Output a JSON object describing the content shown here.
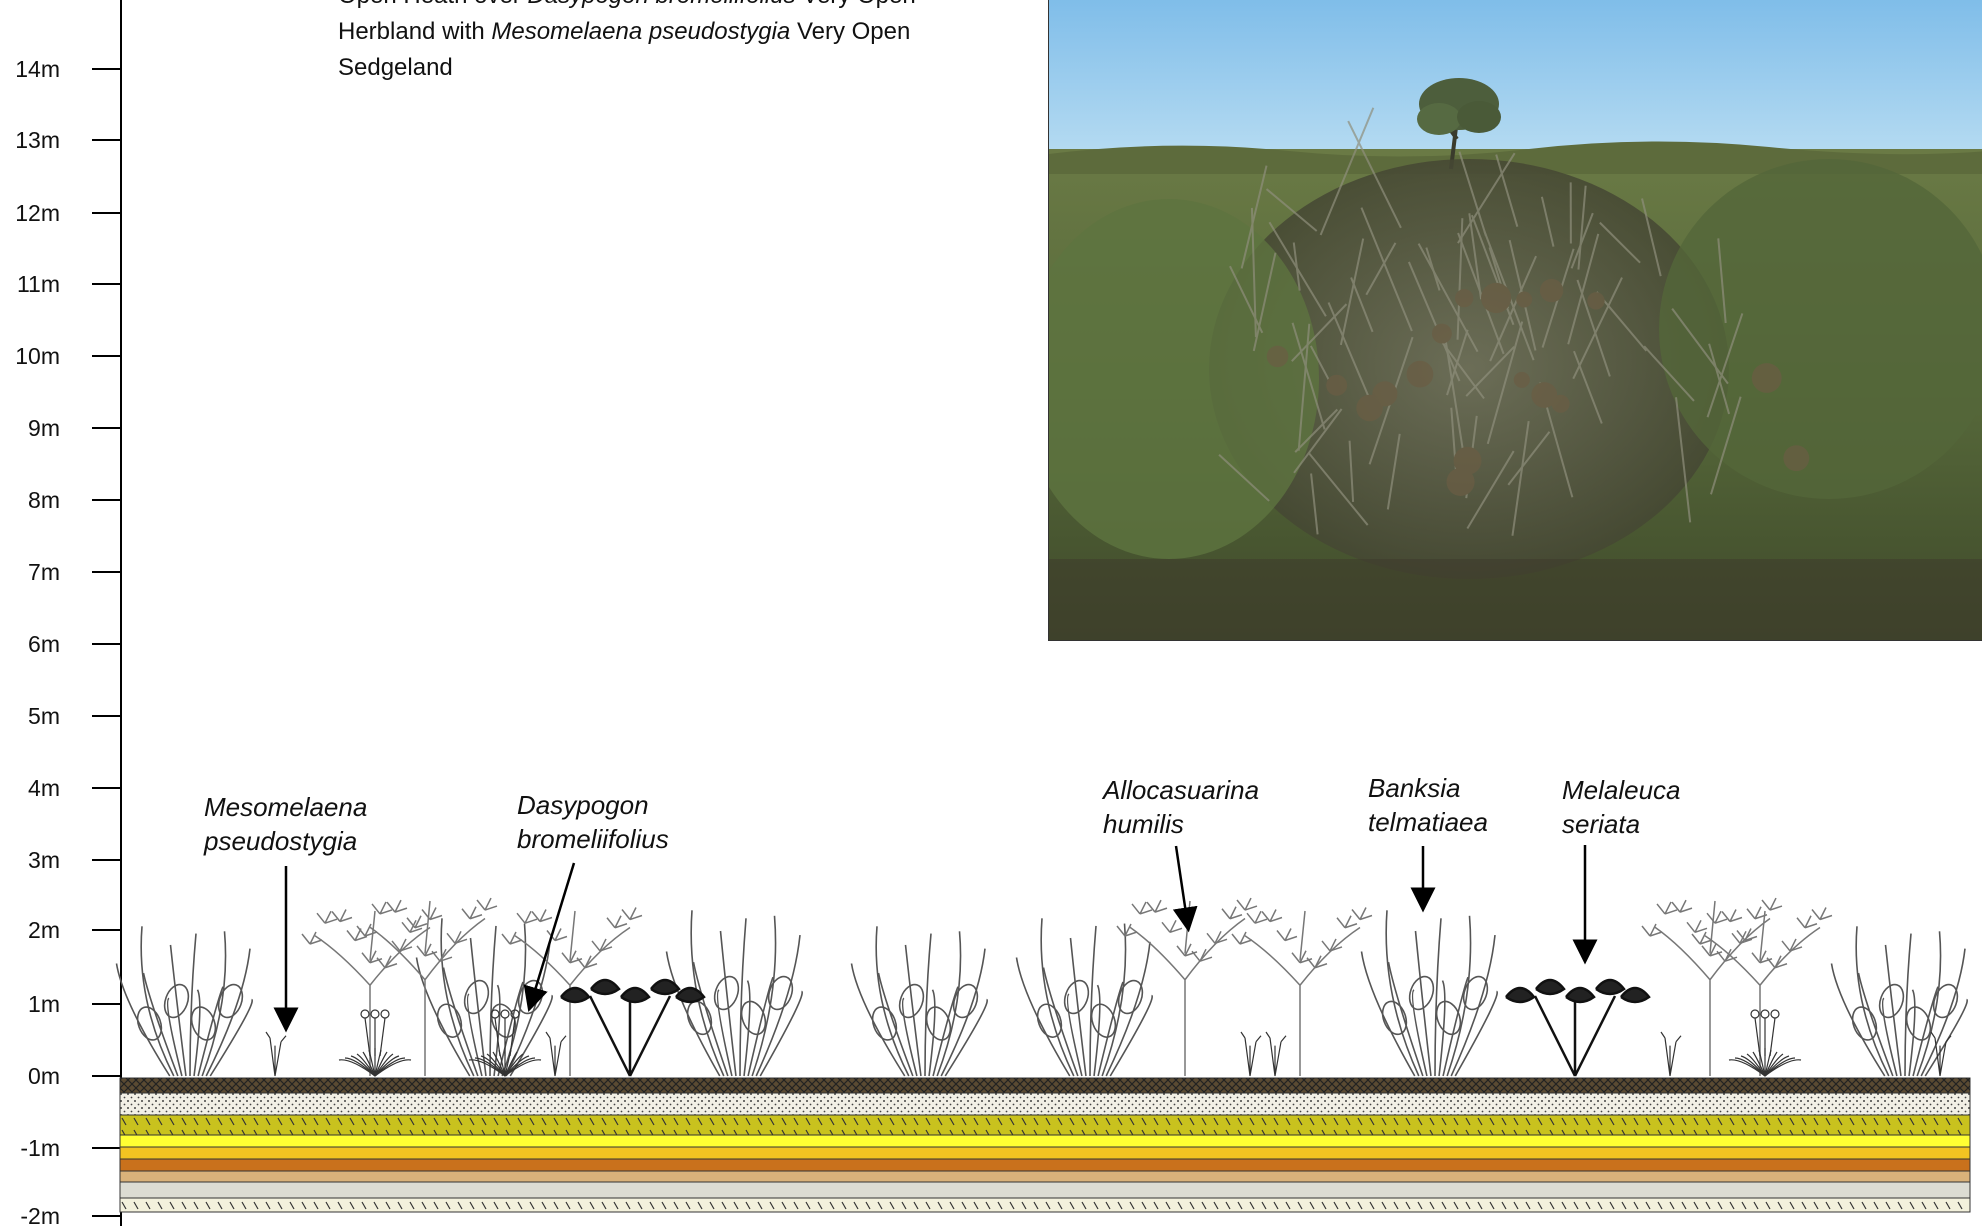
{
  "description": {
    "line1_part1": "Open Heath over ",
    "line1_italic": "Dasypogon bromeliifolius",
    "line1_part2": " Very Open",
    "line2_part1": "Herbland with ",
    "line2_italic": "Mesomelaena pseudostygia",
    "line2_part2": " Very Open",
    "line3": "Sedgeland"
  },
  "scale": {
    "unit": "m",
    "ticks": [
      "14m",
      "13m",
      "12m",
      "11m",
      "10m",
      "9m",
      "8m",
      "7m",
      "6m",
      "5m",
      "4m",
      "3m",
      "2m",
      "1m",
      "0m",
      "-1m",
      "-2m"
    ]
  },
  "photo": {
    "sky_color": "#8fc4ea",
    "vegetation_color": "#5e7040"
  },
  "species_labels": [
    {
      "line1": "Mesomelaena",
      "line2": "pseudostygia"
    },
    {
      "line1": "Dasypogon",
      "line2": "bromeliifolius"
    },
    {
      "line1": "Allocasuarina",
      "line2": "humilis"
    },
    {
      "line1": "Banksia",
      "line2": "telmatiaea"
    },
    {
      "line1": "Melaleuca",
      "line2": "seriata"
    }
  ],
  "soil_layers": [
    {
      "name": "topsoil",
      "color": "#5a4a32",
      "pattern": "crosshatch"
    },
    {
      "name": "grey-sand",
      "color": "#f2f0e6",
      "pattern": "dots"
    },
    {
      "name": "yellow-clay",
      "color": "#c9c21e",
      "pattern": "hatch"
    },
    {
      "name": "yellow",
      "color": "#ffff33",
      "pattern": "solid"
    },
    {
      "name": "orange",
      "color": "#f2c321",
      "pattern": "solid"
    },
    {
      "name": "brown-orange",
      "color": "#c9711c",
      "pattern": "solid"
    },
    {
      "name": "tan",
      "color": "#d9b27a",
      "pattern": "solid"
    },
    {
      "name": "pale-grey",
      "color": "#dcdcd2",
      "pattern": "solid"
    },
    {
      "name": "cream",
      "color": "#f3f1dc",
      "pattern": "hatch"
    }
  ]
}
